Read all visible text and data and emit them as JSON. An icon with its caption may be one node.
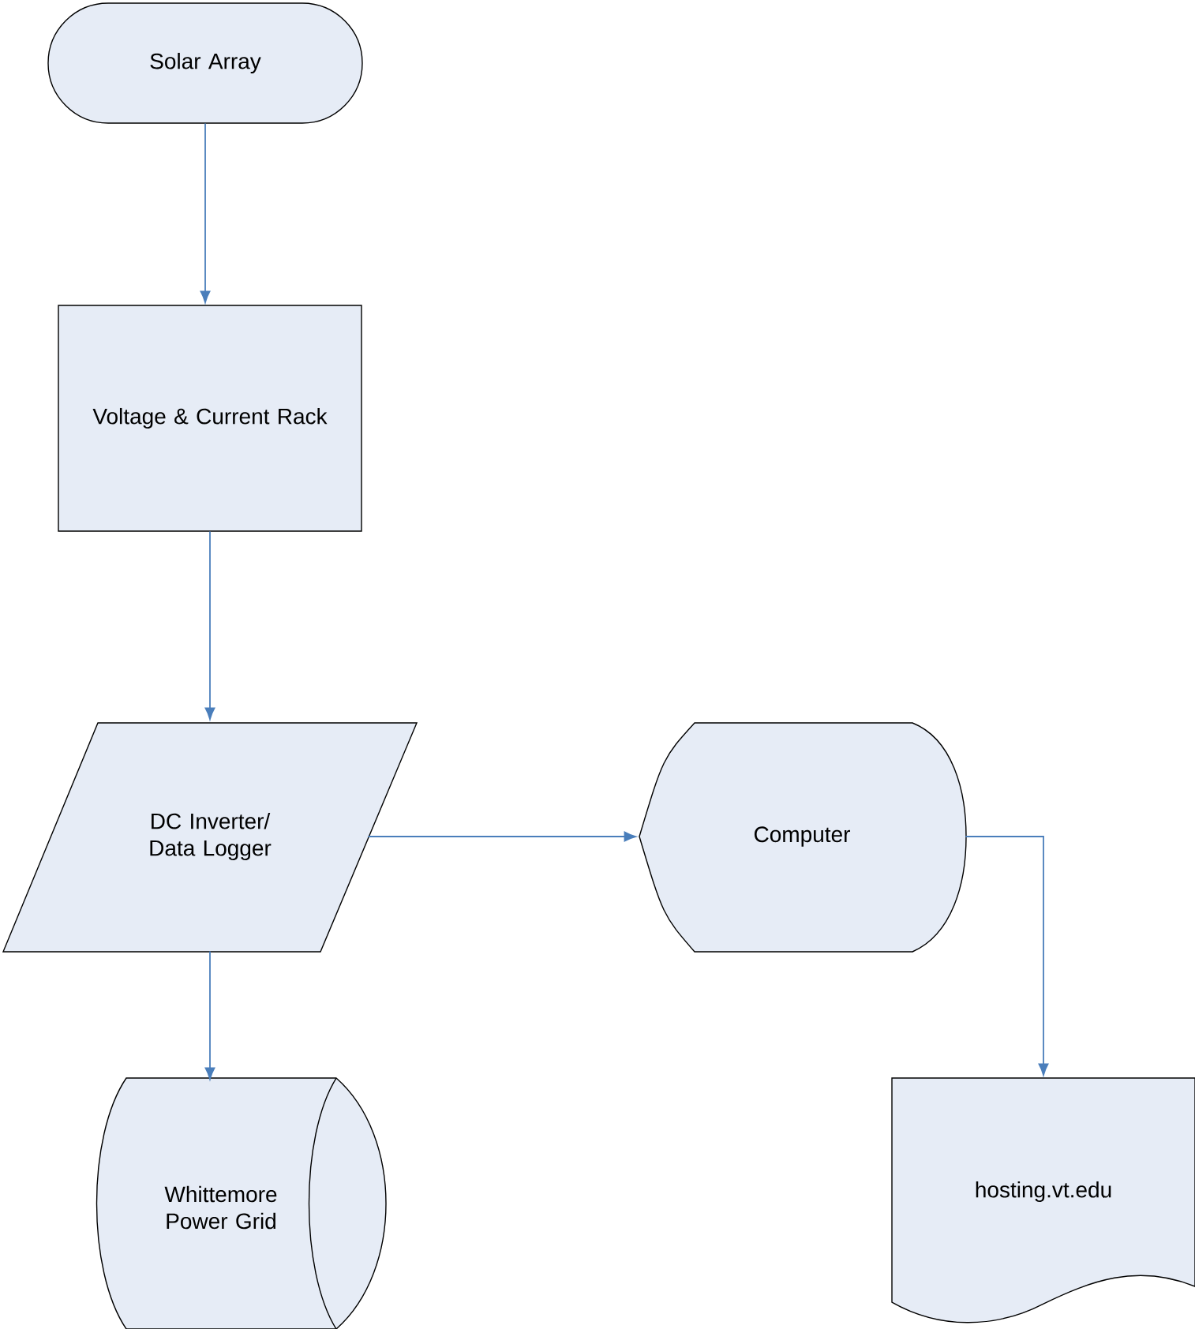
{
  "diagram": {
    "nodes": [
      {
        "text": [
          "Solar Array"
        ]
      },
      {
        "text": [
          "Voltage & Current Rack"
        ]
      },
      {
        "text": [
          "DC Inverter/ Data Logger"
        ]
      },
      {
        "text": [
          "Computer"
        ]
      },
      {
        "text": [
          "Whittemore Power Grid"
        ]
      },
      {
        "text": [
          "hosting.vt.edu"
        ]
      }
    ],
    "edges": [
      {
        "from": 0,
        "to": 1,
        "arrow": "to"
      },
      {
        "from": 1,
        "to": 2,
        "arrow": "to"
      },
      {
        "from": 2,
        "to": 3,
        "arrow": "to"
      },
      {
        "from": 2,
        "to": 4,
        "arrow": "to"
      },
      {
        "from": 3,
        "to": 5,
        "arrow": "to"
      }
    ]
  }
}
